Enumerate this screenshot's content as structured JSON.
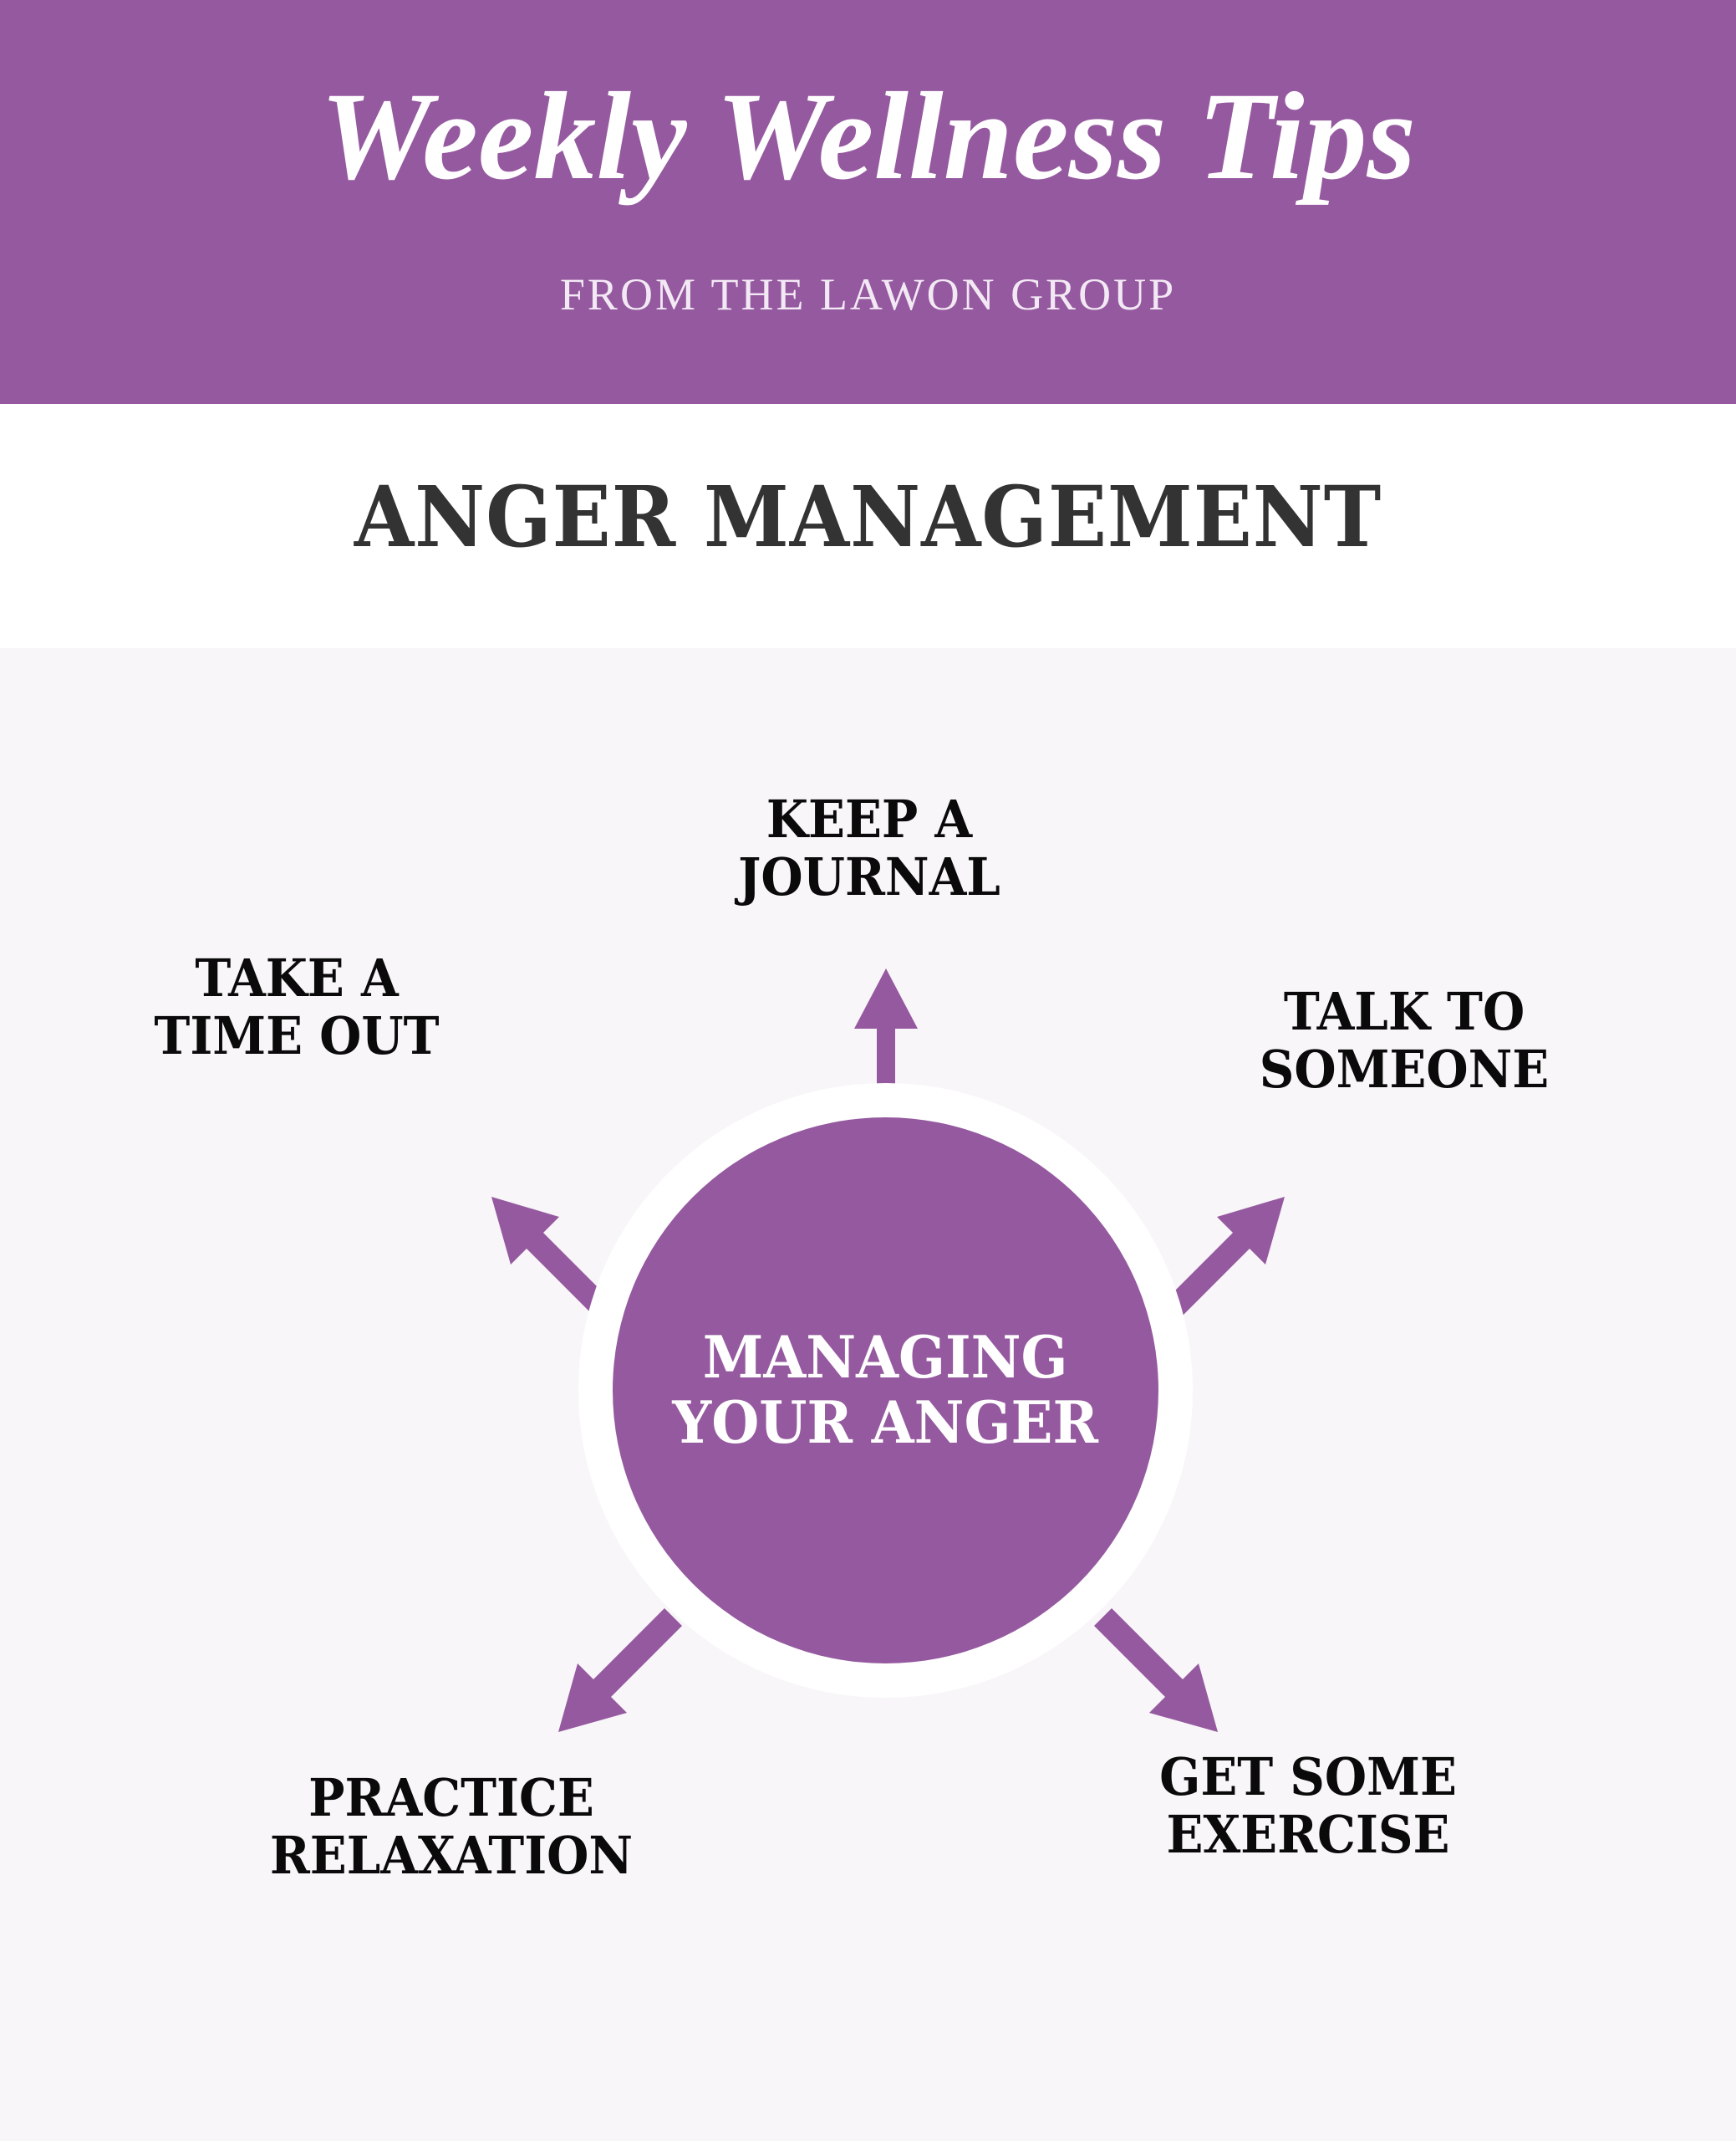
{
  "header": {
    "title": "Weekly Wellness Tips",
    "subtitle": "FROM THE LAWON GROUP",
    "background_color": "#95599F",
    "text_color": "#ffffff"
  },
  "section": {
    "title": "ANGER MANAGEMENT",
    "title_color": "#333333",
    "background_color": "#ffffff"
  },
  "diagram": {
    "background_color": "#f8f6f9",
    "accent_color": "#95599F",
    "ring_color": "#ffffff",
    "label_color": "#0a0a0a",
    "center": {
      "line1": "MANAGING",
      "line2": "YOUR ANGER",
      "full_text": "MANAGING YOUR ANGER"
    },
    "spokes": [
      {
        "id": "keep-a-journal",
        "label": "KEEP A\nJOURNAL",
        "position": "top",
        "arrow_direction": "up"
      },
      {
        "id": "talk-to-someone",
        "label": "TALK TO\nSOMEONE",
        "position": "upper-right",
        "arrow_direction": "up-right"
      },
      {
        "id": "get-some-exercise",
        "label": "GET SOME\nEXERCISE",
        "position": "lower-right",
        "arrow_direction": "down-right"
      },
      {
        "id": "practice-relaxation",
        "label": "PRACTICE\nRELAXATION",
        "position": "lower-left",
        "arrow_direction": "down-left"
      },
      {
        "id": "take-a-time-out",
        "label": "TAKE A\nTIME OUT",
        "position": "upper-left",
        "arrow_direction": "up-left"
      }
    ]
  }
}
